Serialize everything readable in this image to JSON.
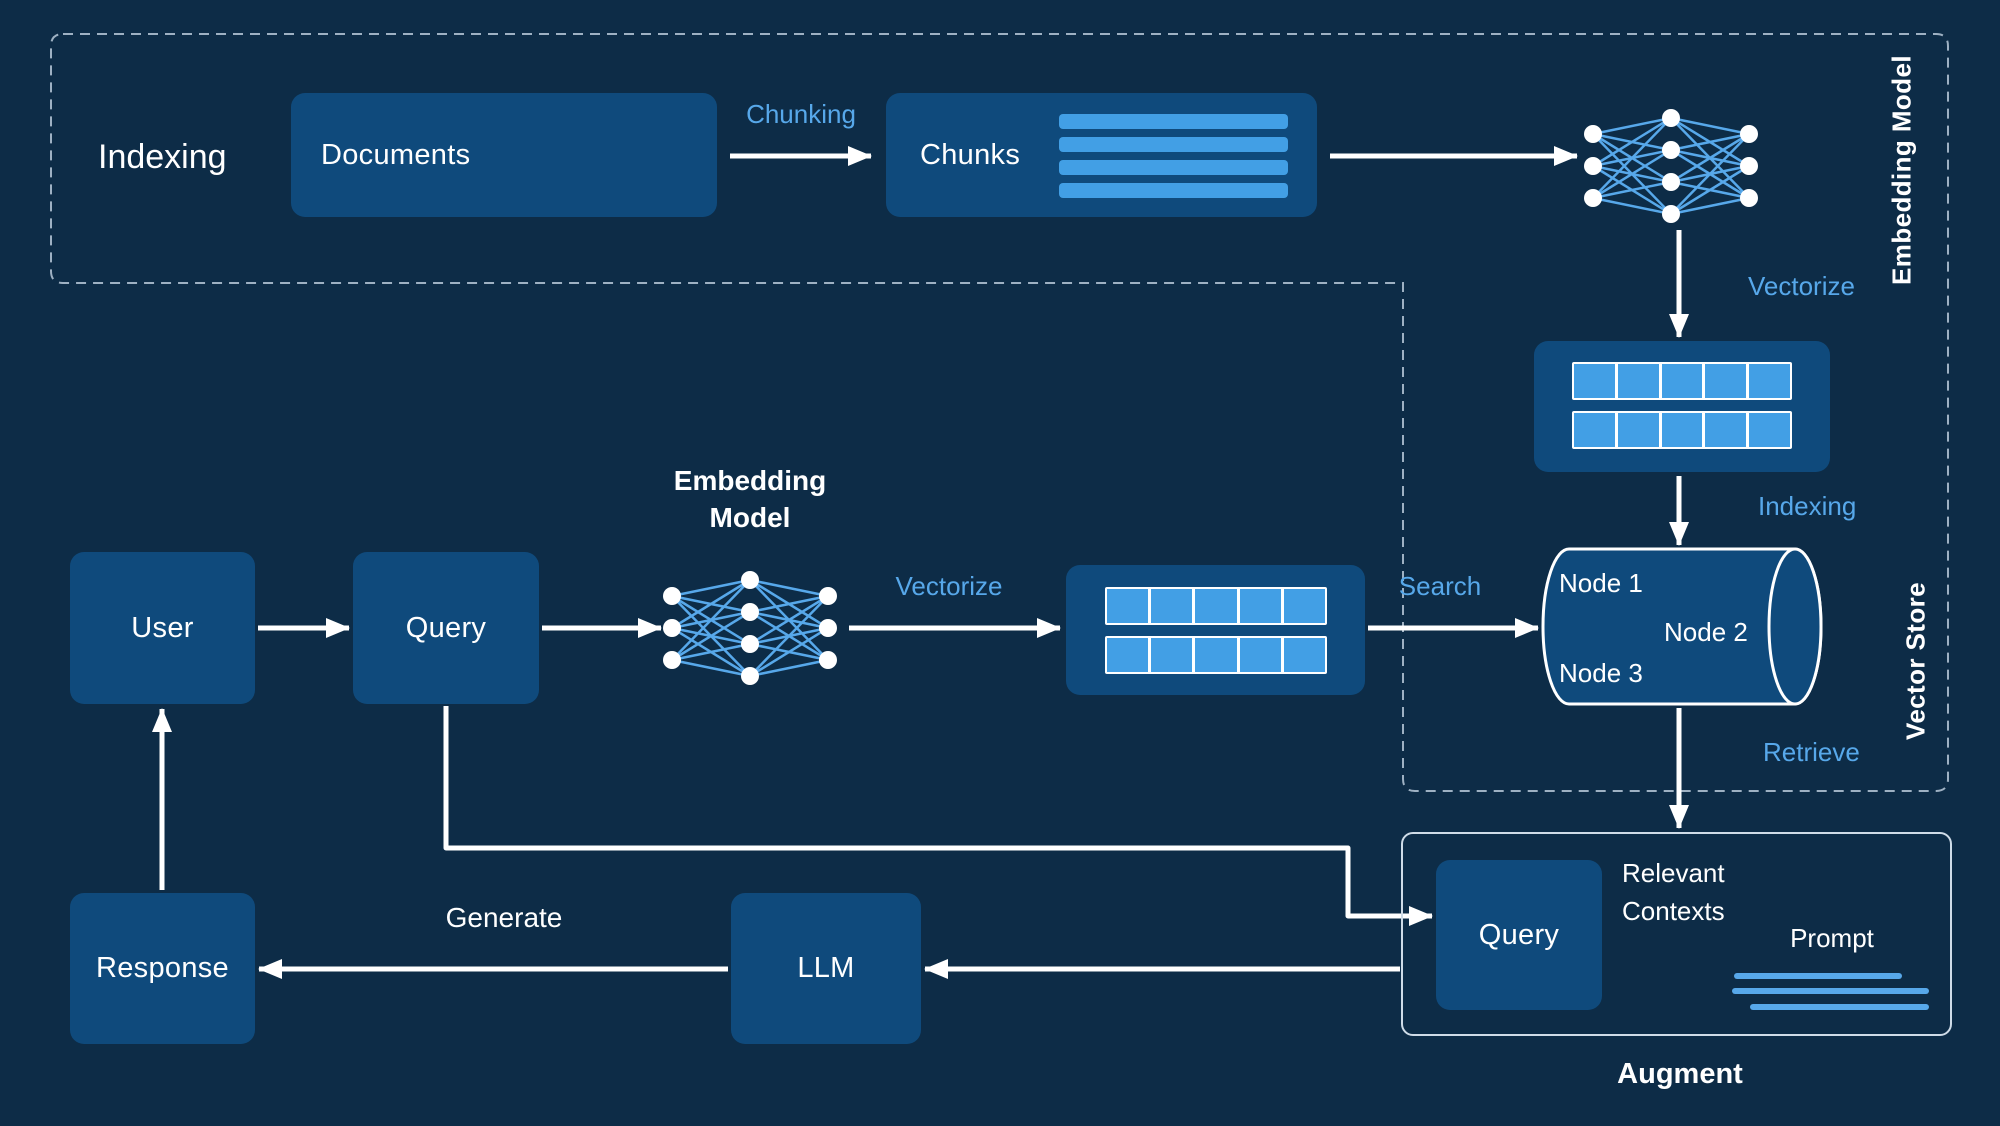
{
  "colors": {
    "background": "#0d2c47",
    "box_fill": "#0f4a7c",
    "accent_text": "#57a8ea",
    "cell_blue": "#429fe5",
    "arrow_white": "#ffffff"
  },
  "indexing": {
    "title": "Indexing",
    "documents_box": "Documents",
    "chunking_arrow": "Chunking",
    "chunks_box": "Chunks",
    "embedding_model_vertical": "Embedding Model",
    "vectorize_arrow": "Vectorize"
  },
  "vector_store": {
    "vertical_label": "Vector Store",
    "indexing_arrow": "Indexing",
    "retrieve_arrow": "Retrieve",
    "nodes": [
      "Node 1",
      "Node 2",
      "Node 3"
    ]
  },
  "query_flow": {
    "user_box": "User",
    "query_box": "Query",
    "embedding_model_line1": "Embedding",
    "embedding_model_line2": "Model",
    "vectorize_arrow": "Vectorize",
    "search_arrow": "Search"
  },
  "augment": {
    "query_box": "Query",
    "relevant_line1": "Relevant",
    "relevant_line2": "Contexts",
    "prompt_label": "Prompt",
    "section_label": "Augment"
  },
  "generation": {
    "llm_box": "LLM",
    "generate_arrow": "Generate",
    "response_box": "Response"
  },
  "icons": {
    "documents_icon": "documents-icon",
    "embedding_model_icon": "neural-network-icon",
    "vector_store_icon": "database-cylinder-icon"
  }
}
